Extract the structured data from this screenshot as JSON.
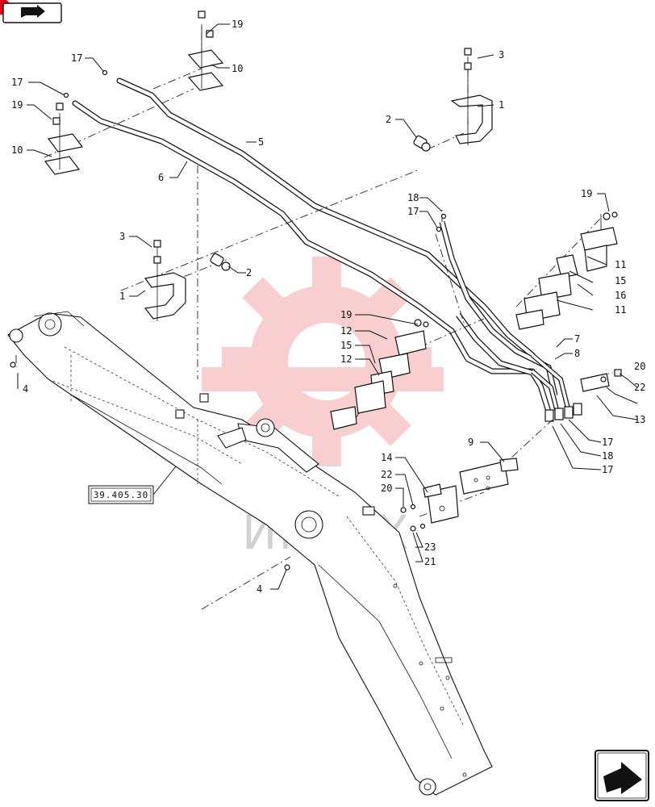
{
  "diagram": {
    "reference_box": "39.405.30",
    "watermark": "ИНТЕХ",
    "labels": {
      "p1a": "1",
      "p1b": "1",
      "p2a": "2",
      "p2b": "2",
      "p3a": "3",
      "p3b": "3",
      "p4a": "4",
      "p4b": "4",
      "p5": "5",
      "p6": "6",
      "p7": "7",
      "p8": "8",
      "p9": "9",
      "p10a": "10",
      "p10b": "10",
      "p11a": "11",
      "p11b": "11",
      "p12a": "12",
      "p12b": "12",
      "p13": "13",
      "p14": "14",
      "p15a": "15",
      "p15b": "15",
      "p16": "16",
      "p17a": "17",
      "p17b": "17",
      "p17c": "17",
      "p17d": "17",
      "p17e": "17",
      "p18a": "18",
      "p18b": "18",
      "p19a": "19",
      "p19b": "19",
      "p19c": "19",
      "p19d": "19",
      "p20a": "20",
      "p20b": "20",
      "p21": "21",
      "p22a": "22",
      "p22b": "22",
      "p23": "23"
    },
    "icons": {
      "top_left": "prev-page-arrow-icon",
      "bottom_right": "next-page-arrow-icon",
      "watermark_logo": "gear-logo-watermark-icon"
    },
    "colors": {
      "line": "#111111",
      "watermark_red": "#e8242b",
      "badge_red": "#e30613"
    }
  }
}
